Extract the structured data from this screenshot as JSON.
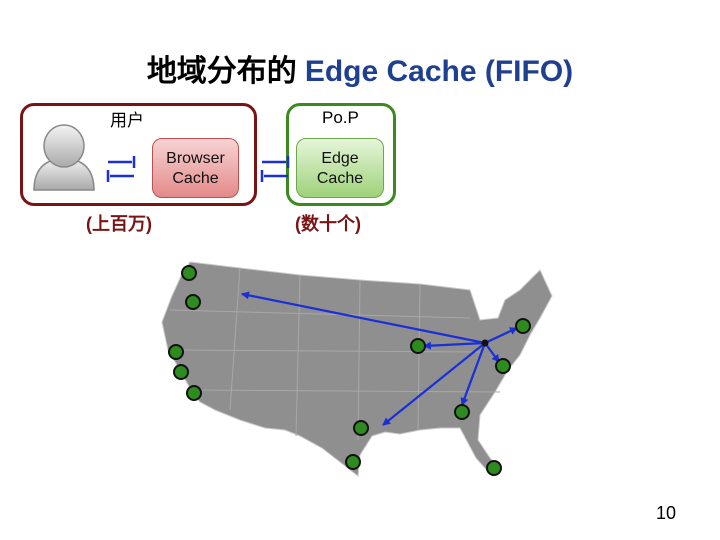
{
  "title": {
    "main": "地域分布的",
    "accent": "Edge Cache (FIFO)"
  },
  "user": {
    "label": "用户",
    "count": "(上百万)"
  },
  "browser_cache": {
    "line1": "Browser",
    "line2": "Cache"
  },
  "pop": {
    "label": "Po.P",
    "count": "(数十个)"
  },
  "edge_cache": {
    "line1": "Edge",
    "line2": "Cache"
  },
  "page_number": "10",
  "colors": {
    "title_accent": "#1f3f8f",
    "user_border": "#7a1414",
    "pop_border": "#3b8a1f",
    "arrow": "#1a2fd6",
    "node_fill": "#2e8b1e",
    "map_fill": "#8f8f8f"
  }
}
